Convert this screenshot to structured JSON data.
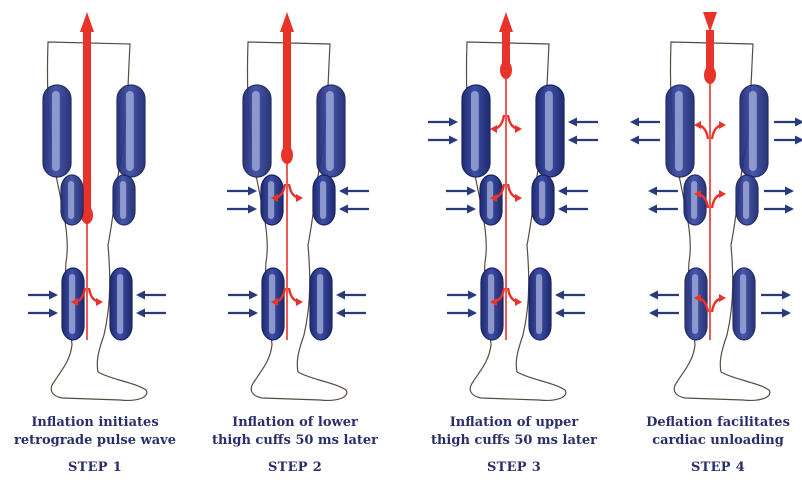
{
  "colors": {
    "pressure_wave": "#e8332b",
    "cuff_fill": "#2c3a8c",
    "cuff_inner": "#9aa5d4",
    "arrow_blue": "#283a7c",
    "leg_outline": "#5a4a3e",
    "caption_text": "#2a2f6b"
  },
  "icons": {
    "cuff": "blood-pressure-cuff-icon",
    "compress_arrow": "inward-arrow-icon",
    "release_arrow": "outward-arrow-icon",
    "flow_arrow": "blood-flow-arrow-icon"
  },
  "steps": [
    {
      "caption_line1": "Inflation initiates",
      "caption_line2": "retrograde pulse wave",
      "label": "STEP 1",
      "state": {
        "calf": "inflated",
        "lower_thigh": "deflated",
        "upper_thigh": "deflated",
        "flow": "up"
      }
    },
    {
      "caption_line1": "Inflation of lower",
      "caption_line2": "thigh cuffs 50 ms later",
      "label": "STEP 2",
      "state": {
        "calf": "inflated",
        "lower_thigh": "inflated",
        "upper_thigh": "deflated",
        "flow": "up"
      }
    },
    {
      "caption_line1": "Inflation of upper",
      "caption_line2": "thigh cuffs 50 ms later",
      "label": "STEP 3",
      "state": {
        "calf": "inflated",
        "lower_thigh": "inflated",
        "upper_thigh": "inflated",
        "flow": "up"
      }
    },
    {
      "caption_line1": "Deflation facilitates",
      "caption_line2": "cardiac unloading",
      "label": "STEP 4",
      "state": {
        "calf": "deflated",
        "lower_thigh": "deflated",
        "upper_thigh": "deflated",
        "flow": "down"
      }
    }
  ]
}
